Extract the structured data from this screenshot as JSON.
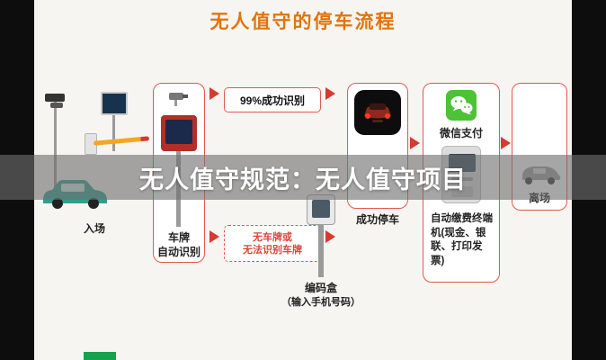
{
  "title": "无人值守的停车流程",
  "overlay": {
    "text": "无人值守规范：无人值守项目"
  },
  "entry": {
    "label": "入场"
  },
  "plate": {
    "line1": "车牌",
    "line2": "自动识别"
  },
  "flow": {
    "success_label": "99%成功识别",
    "noplate_line1": "无车牌或",
    "noplate_line2": "无法识别车牌"
  },
  "coding": {
    "label": "编码盒",
    "sub": "（输入手机号码）"
  },
  "parked": {
    "label": "成功停车"
  },
  "payment": {
    "wechat_label": "微信支付",
    "terminal_label": "自动缴费终端机(现金、银联、打印发票)"
  },
  "exit": {
    "label": "离场"
  },
  "colors": {
    "accent_orange": "#e0740d",
    "panel_border_red": "#e15a4d",
    "arrow_red": "#d63a2e",
    "wechat_green": "#4dc237",
    "car_green": "#2f9f8d",
    "overlay_text": "#ffffff",
    "progress_green": "#15a24c"
  }
}
